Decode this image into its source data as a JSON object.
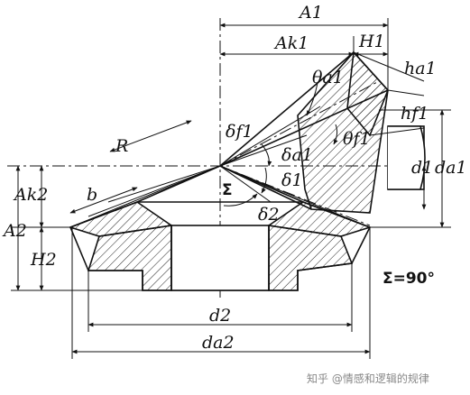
{
  "diagram": {
    "labels": {
      "A1": "A1",
      "Ak1": "Ak1",
      "H1": "H1",
      "theta_a1": "θa1",
      "h_a1": "ha1",
      "h_f1": "hf1",
      "theta_f1": "θf1",
      "R": "R",
      "delta_f1": "δf1",
      "delta_a1": "δa1",
      "delta1": "δ1",
      "delta2": "δ2",
      "sigma": "Σ",
      "d1": "d1",
      "d_a1": "da1",
      "Ak2": "Ak2",
      "b": "b",
      "A2": "A2",
      "H2": "H2",
      "d2": "d2",
      "d_a2": "da2",
      "sigma_eq": "Σ=90°"
    },
    "watermark": "知乎 @情感和逻辑的规律"
  }
}
